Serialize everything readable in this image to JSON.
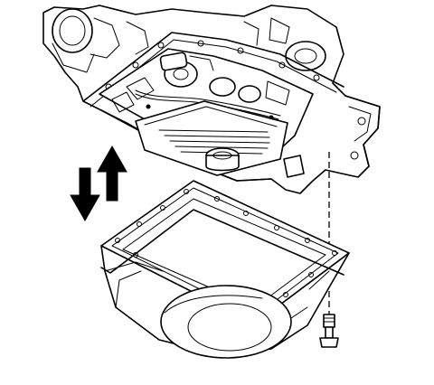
{
  "diagram": {
    "components": [
      {
        "id": "transmission-case",
        "icon": "transmission-case-drawing"
      },
      {
        "id": "valve-body",
        "icon": "valve-body-drawing"
      },
      {
        "id": "oil-filter",
        "icon": "oil-filter-drawing"
      },
      {
        "id": "oil-pan",
        "icon": "oil-pan-drawing"
      },
      {
        "id": "pan-bolt",
        "icon": "bolt-drawing"
      }
    ],
    "arrows": [
      {
        "id": "remove",
        "direction": "down",
        "color": "#000000"
      },
      {
        "id": "install",
        "direction": "up",
        "color": "#000000"
      }
    ],
    "colors": {
      "line": "#000000",
      "background": "#ffffff"
    }
  }
}
